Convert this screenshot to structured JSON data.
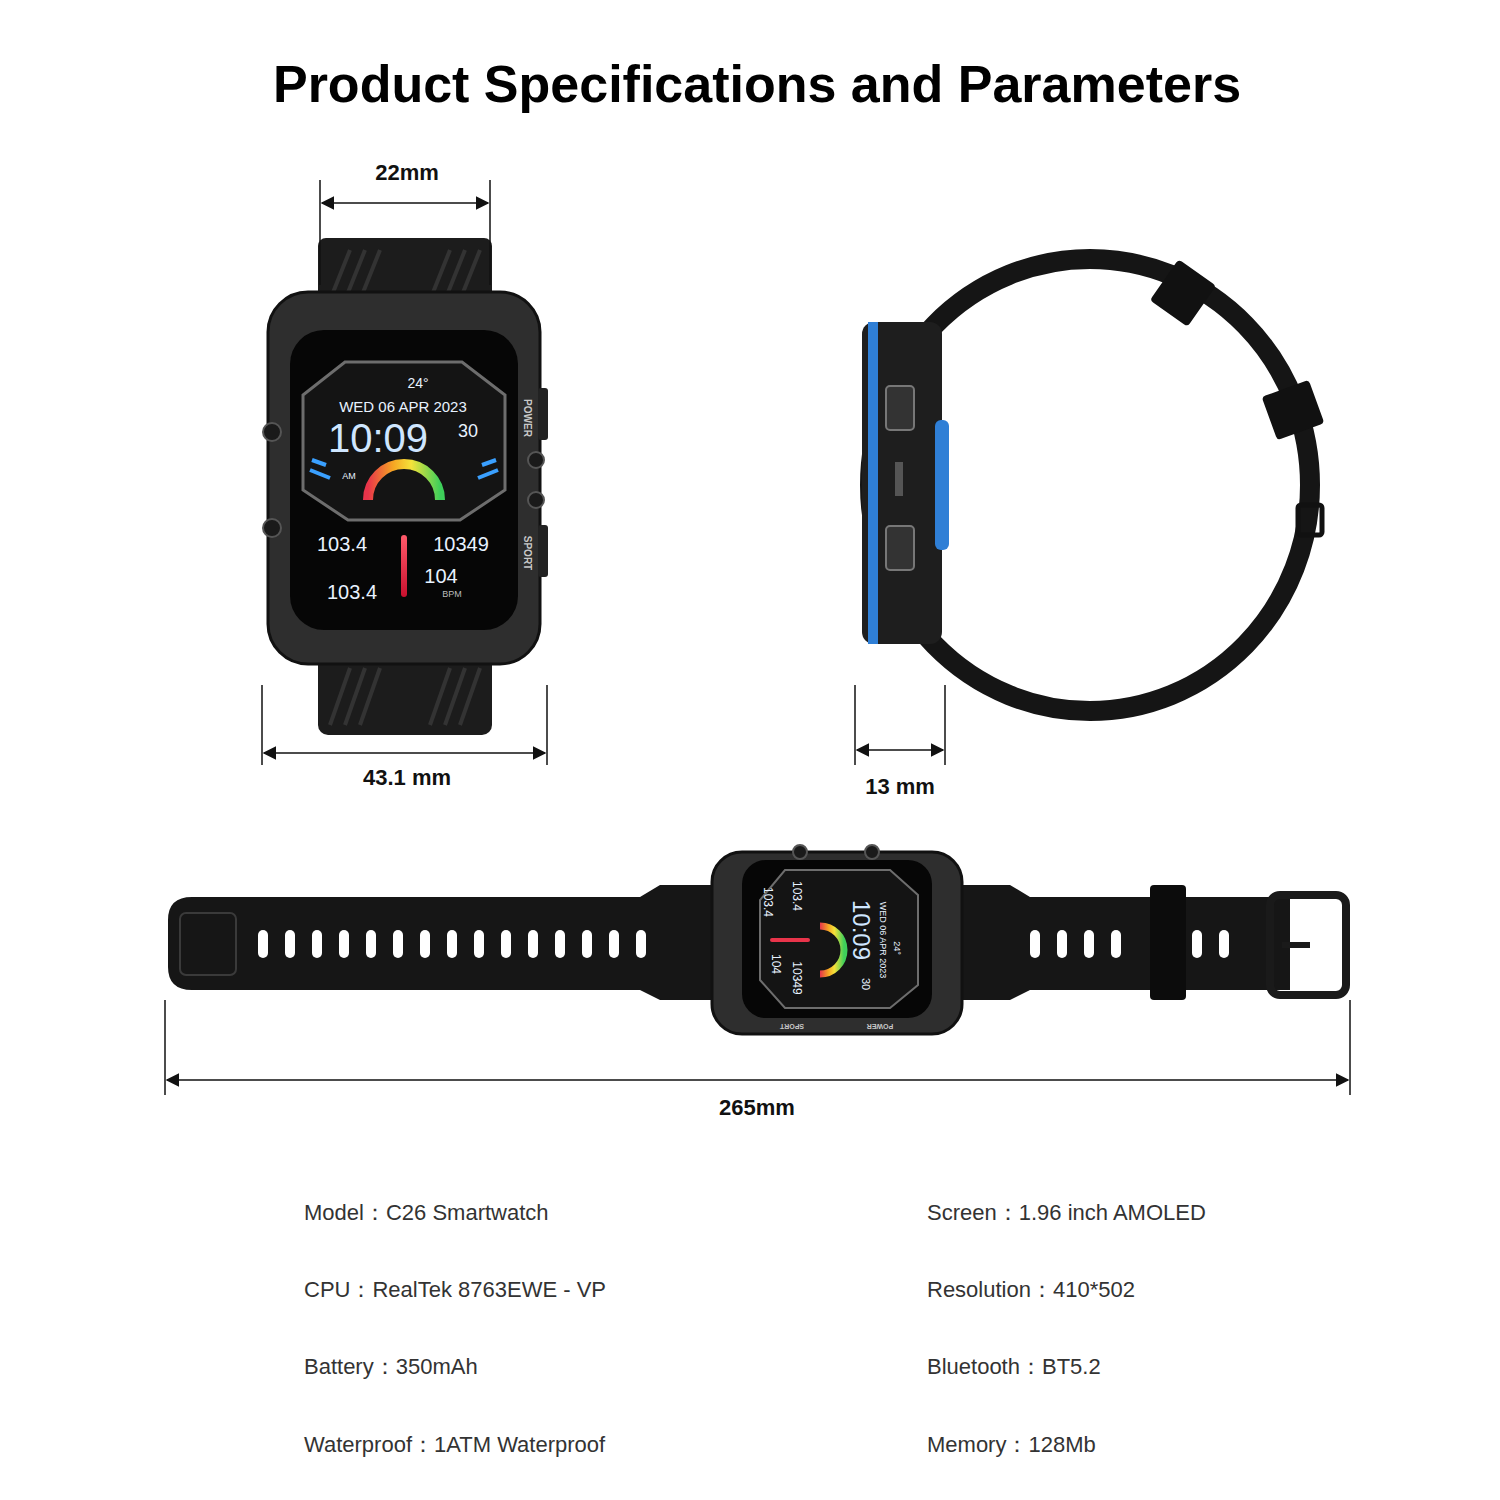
{
  "diagram": {
    "title": "Product Specifications and Parameters",
    "labels": [
      "22mm",
      "43.1 mm",
      "13 mm",
      "265mm",
      "Model：C26 Smartwatch",
      "Screen：1.96 inch AMOLED",
      "CPU：RealTek 8763EWE - VP",
      "Resolution：410*502",
      "Battery：350mAh",
      "Bluetooth：BT5.2",
      "Waterproof：1ATM Waterproof",
      "Memory：128Mb",
      "24°",
      "WED 06 APR 2023",
      "10:09",
      "30",
      "AM",
      "103.4",
      "10349",
      "103.4",
      "104",
      "BPM",
      "POWER",
      "SPORT",
      "24°",
      "WED 06 APR 2023",
      "10:09",
      "30",
      "103.4",
      "10349",
      "103.4",
      "104",
      "SPORT",
      "POWER"
    ]
  }
}
